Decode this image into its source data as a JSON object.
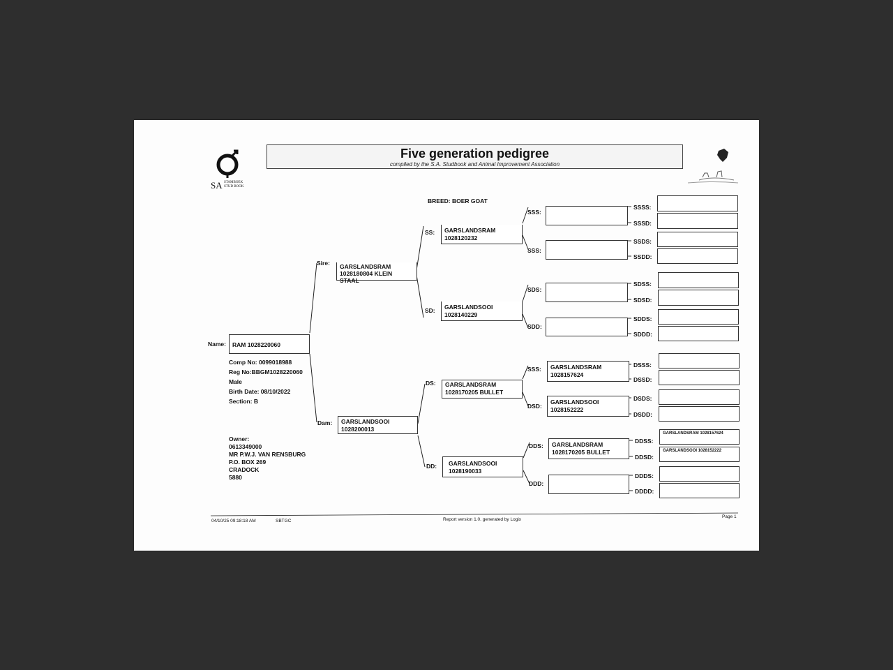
{
  "header": {
    "title": "Five generation pedigree",
    "subtitle": "compiled by the S.A. Studbook and Animal Improvement Association",
    "logo_text": "SA",
    "logo_small_line1": "STAMBOEK",
    "logo_small_line2": "STUD BOOK"
  },
  "breed": "BREED: BOER GOAT",
  "animal": {
    "name_label": "Name:",
    "name": "RAM 1028220060",
    "comp_no": "Comp No: 0099018988",
    "reg_no": "Reg No:BBGM1028220060",
    "sex": "Male",
    "birth_date": "Birth Date: 08/10/2022",
    "section": "Section: B"
  },
  "owner": {
    "label": "Owner:",
    "phone": "0613349000",
    "name": "MR P.W.J. VAN RENSBURG",
    "box": "P.O. BOX 269",
    "town": "CRADOCK",
    "code": "5880"
  },
  "generation1": {
    "sire_label": "Sire:",
    "sire": "GARSLANDSRAM\n1028180804 KLEIN\nSTAAL",
    "dam_label": "Dam:",
    "dam": "GARSLANDSOOI\n1028200013"
  },
  "generation2": {
    "ss_label": "SS:",
    "ss": "GARSLANDSRAM\n1028120232",
    "sd_label": "SD:",
    "sd": "GARSLANDSOOI\n1028140229",
    "ds_label": "DS:",
    "ds": "GARSLANDSRAM\n1028170205 BULLET",
    "dd_label": "DD:",
    "dd": "GARSLANDSOOI\n1028190033"
  },
  "generation3": {
    "sss_label": "SSS:",
    "sss": "",
    "ssd_label": "SSS:",
    "ssd": "",
    "sds_label": "SDS:",
    "sds": "",
    "sdd_label": "SDD:",
    "sdd": "",
    "dss_label": "SSS:",
    "dss": "GARSLANDSRAM\n1028157624",
    "dsd_label": "DSD:",
    "dsd": "GARSLANDSOOI\n1028152222",
    "dds_label": "DDS:",
    "dds": "GARSLANDSRAM\n1028170205 BULLET",
    "ddd_label": "DDD:",
    "ddd": ""
  },
  "generation4": {
    "ssss_label": "SSSS:",
    "ssss": "",
    "sssd_label": "SSSD:",
    "sssd": "",
    "ssds_label": "SSDS:",
    "ssds": "",
    "ssdd_label": "SSDD:",
    "ssdd": "",
    "sdss_label": "SDSS:",
    "sdss": "",
    "sdsd_label": "SDSD:",
    "sdsd": "",
    "sdds_label": "SDDS:",
    "sdds": "",
    "sddd_label": "SDDD:",
    "sddd": "",
    "dsss_label": "DSSS:",
    "dsss": "",
    "dssd_label": "DSSD:",
    "dssd": "",
    "dsds_label": "DSDS:",
    "dsds": "",
    "dsdd_label": "DSDD:",
    "dsdd": "",
    "ddss_label": "DDSS:",
    "ddss": "GARSLANDSRAM 1028157624",
    "ddsd_label": "DDSD:",
    "ddsd": "GARSLANDSOOI 1028152222",
    "ddds_label": "DDDS:",
    "ddds": "",
    "dddd_label": "DDDD:",
    "dddd": ""
  },
  "footer": {
    "timestamp": "04/10/25 09:18:18 AM",
    "code": "SBTGC",
    "report": "Report version 1.0. generated by Logix",
    "page": "Page 1"
  }
}
